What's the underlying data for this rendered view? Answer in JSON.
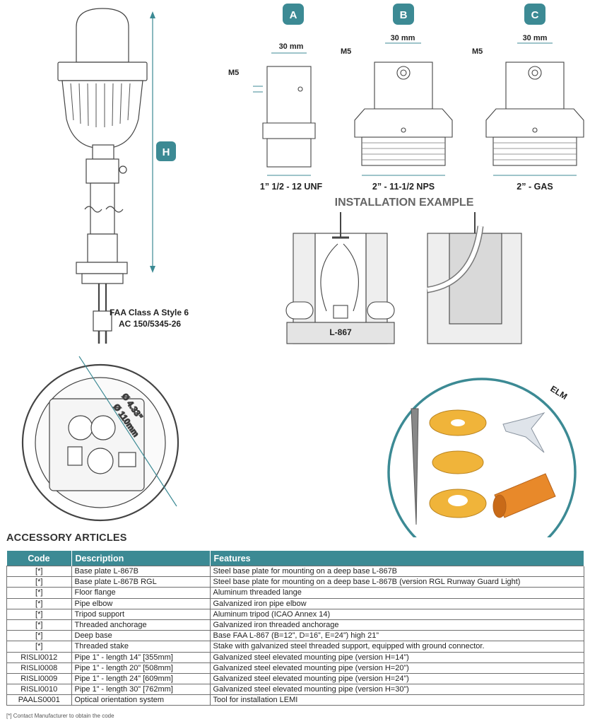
{
  "badges": {
    "A": "A",
    "B": "B",
    "C": "C",
    "H": "H"
  },
  "dims": {
    "a_width": "30 mm",
    "a_m5": "M5",
    "a_thread": "1” 1/2 - 12 UNF",
    "b_width": "30 mm",
    "b_m5": "M5",
    "b_thread": "2” - 11-1/2 NPS",
    "c_width": "30 mm",
    "c_m5": "M5",
    "c_thread": "2” - GAS"
  },
  "lamp_label_1": "FAA Class A Style 6",
  "lamp_label_2": "AC 150/5345-26",
  "installation_title": "INSTALLATION EXAMPLE",
  "installation_base_label": "L-867",
  "top_view": {
    "dia_in": "Ø 4.33”",
    "dia_mm": "Ø 110mm"
  },
  "elm_label": "ELM",
  "colors": {
    "teal": "#3c8a94",
    "accent_orange": "#f0b43a",
    "pipe_orange": "#e8892a"
  },
  "accessory": {
    "title": "ACCESSORY ARTICLES",
    "headers": {
      "code": "Code",
      "description": "Description",
      "features": "Features"
    },
    "rows": [
      {
        "code": "[*]",
        "description": "Base plate L-867B",
        "features": "Steel base plate for mounting on a deep base L-867B"
      },
      {
        "code": "[*]",
        "description": "Base plate L-867B RGL",
        "features": "Steel base plate for mounting on a deep base L-867B (version RGL Runway Guard Light)"
      },
      {
        "code": "[*]",
        "description": "Floor flange",
        "features": "Aluminum threaded  lange"
      },
      {
        "code": "[*]",
        "description": "Pipe elbow",
        "features": "Galvanized iron pipe elbow"
      },
      {
        "code": "[*]",
        "description": "Tripod support",
        "features": "Aluminum tripod (ICAO Annex 14)"
      },
      {
        "code": "[*]",
        "description": "Threaded anchorage",
        "features": "Galvanized iron threaded anchorage"
      },
      {
        "code": "[*]",
        "description": "Deep base",
        "features": "Base FAA L-867 (B=12”, D=16”, E=24”) high 21”"
      },
      {
        "code": "[*]",
        "description": "Threaded stake",
        "features": "Stake with galvanized steel threaded support, equipped with ground connector."
      },
      {
        "code": "RISLI0012",
        "description": "Pipe 1” - length 14” [355mm]",
        "features": "Galvanized steel elevated mounting pipe (version H=14”)"
      },
      {
        "code": "RISLI0008",
        "description": "Pipe 1” - length 20” [508mm]",
        "features": "Galvanized steel elevated mounting pipe (version H=20”)"
      },
      {
        "code": "RISLI0009",
        "description": "Pipe 1” - length 24” [609mm]",
        "features": "Galvanized steel elevated mounting pipe (version H=24”)"
      },
      {
        "code": "RISLI0010",
        "description": "Pipe 1” - length 30” [762mm]",
        "features": "Galvanized steel elevated mounting pipe (version H=30”)"
      },
      {
        "code": "PAALS0001",
        "description": "Optical orientation system",
        "features": "Tool for installation LEMI"
      }
    ],
    "footnote": "[*] Contact Manufacturer to obtain the code"
  }
}
